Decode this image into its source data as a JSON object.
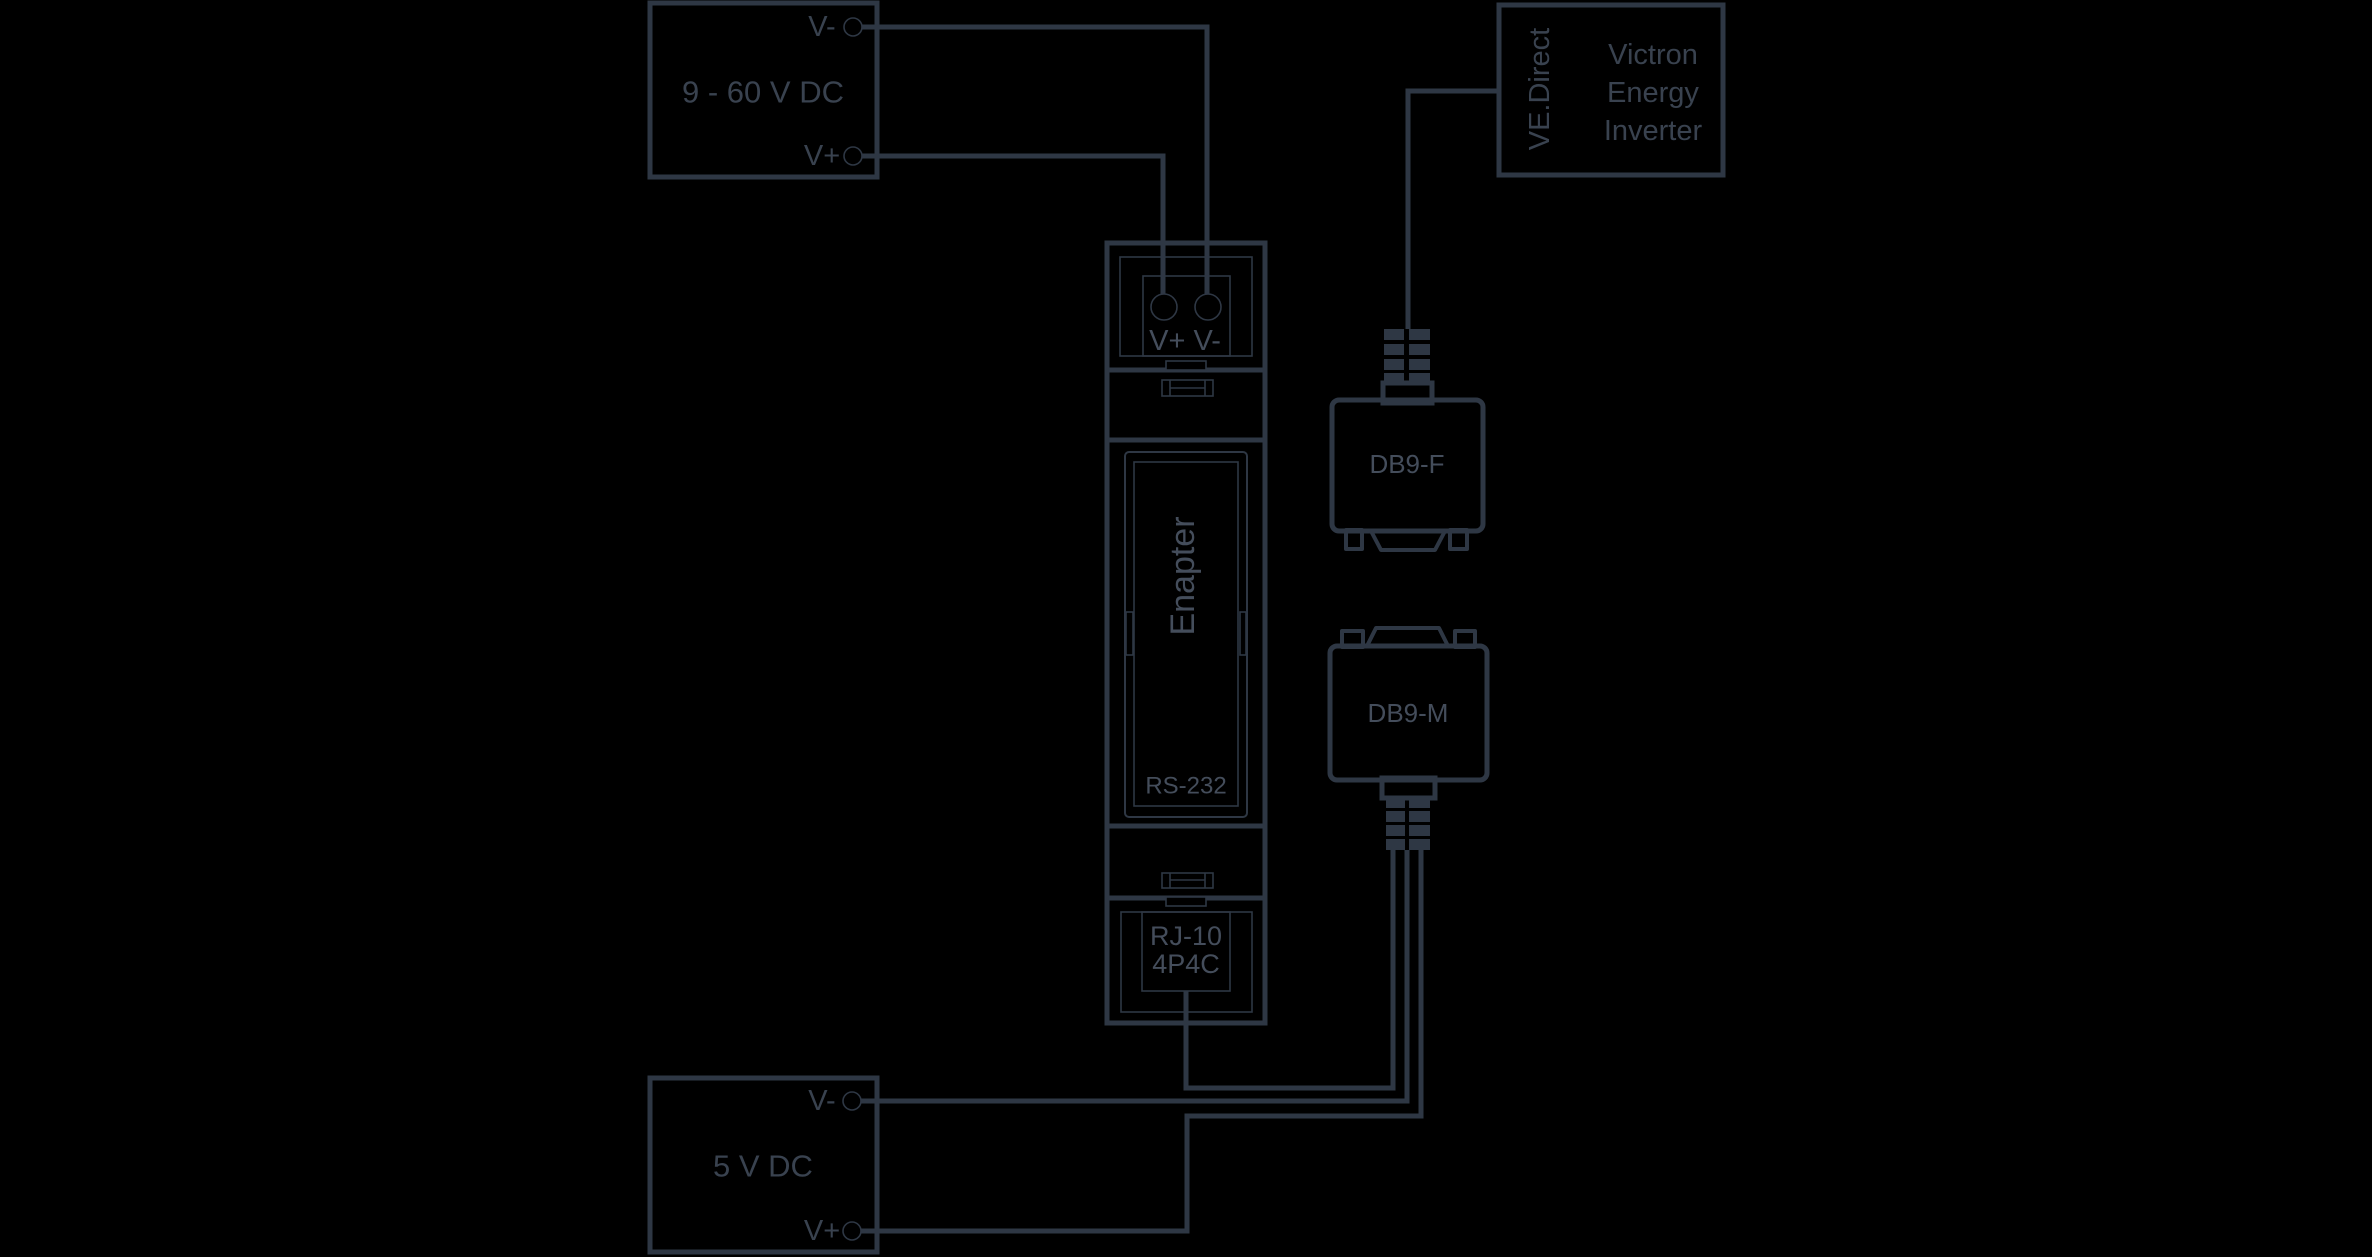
{
  "colors": {
    "background": "#000000",
    "stroke": "#2e3744",
    "label_text": "#39424f",
    "component_text": "#444d5b"
  },
  "psu_top": {
    "label": "9 - 60 V DC",
    "terminal_minus": "V-",
    "terminal_plus": "V+"
  },
  "inverter": {
    "port": "VE.Direct",
    "name_line1": "Victron",
    "name_line2": "Energy",
    "name_line3": "Inverter"
  },
  "adapter": {
    "brand": "Enapter",
    "terminals": "V+ V-",
    "interface": "RS-232",
    "port_line1": "RJ-10",
    "port_line2": "4P4C"
  },
  "connector_female": {
    "label": "DB9-F"
  },
  "connector_male": {
    "label": "DB9-M"
  },
  "psu_bottom": {
    "label": "5 V DC",
    "terminal_minus": "V-",
    "terminal_plus": "V+"
  }
}
